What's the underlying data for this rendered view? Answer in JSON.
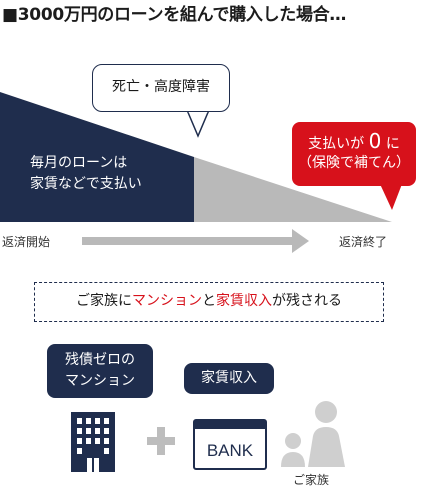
{
  "title": "■3000万円のローンを組んで購入した場合…",
  "callout_death": "死亡・高度障害",
  "navy_area": {
    "line1": "毎月のローンは",
    "line2": "家賃などで支払い"
  },
  "red_bubble": {
    "prefix": "支払いが",
    "zero": "0",
    "suffix": "に",
    "line2": "（保険で補てん）"
  },
  "timeline": {
    "start_label": "返済開始",
    "end_label": "返済終了"
  },
  "message": {
    "part1": "ご家族に",
    "part2": "マンション",
    "part3": "と",
    "part4": "家賃収入",
    "part5": "が残される"
  },
  "mansion_pill": {
    "line1": "残債ゼロの",
    "line2": "マンション"
  },
  "income_pill": "家賃収入",
  "bank_text": "BANK",
  "family_label": "ご家族",
  "colors": {
    "navy": "#1f2d4d",
    "red": "#d7111b",
    "gray": "#b9b9b9",
    "icon_gray": "#cfcfcf"
  }
}
